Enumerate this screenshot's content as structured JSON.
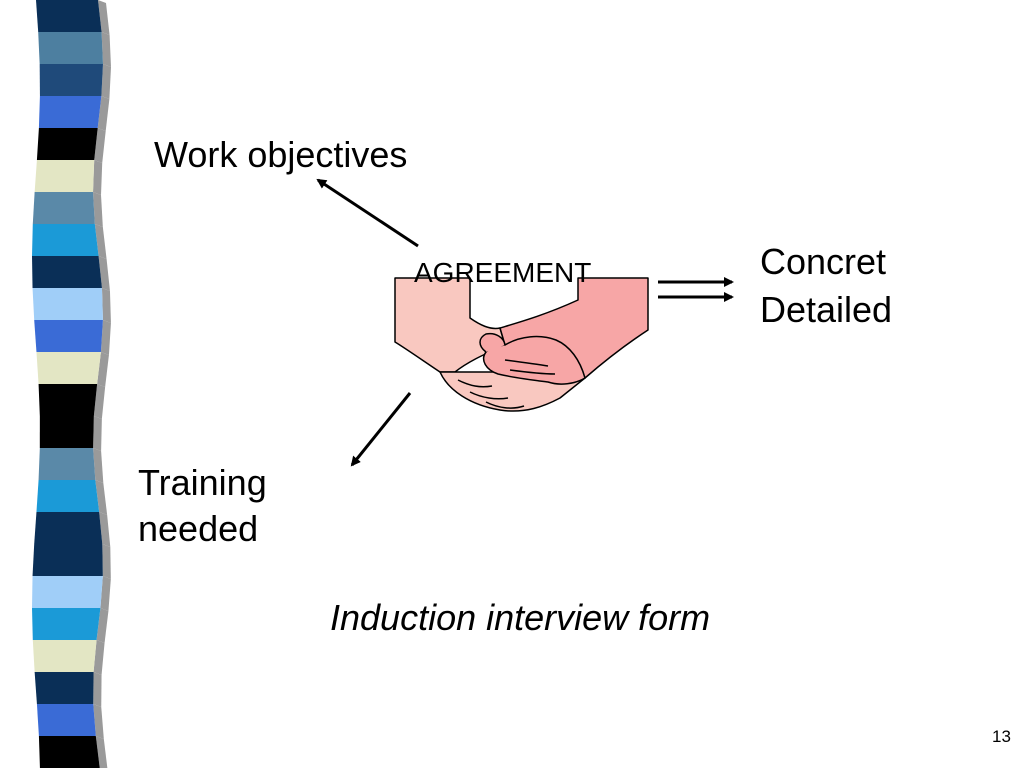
{
  "slide": {
    "work_objectives": "Work objectives",
    "agreement": "AGREEMENT",
    "concrete": "Concret",
    "detailed": "Detailed",
    "training": "Training",
    "needed": "needed",
    "caption": "Induction interview form",
    "page_number": "13"
  },
  "decoration": {
    "stripe_colors": [
      "#0a2f57",
      "#4d7fa0",
      "#1f4a7a",
      "#3a6bd6",
      "#000000",
      "#e3e6c4",
      "#5a89a8",
      "#1b9ad7",
      "#0a2f57",
      "#a0cef8",
      "#3a6bd6",
      "#e3e6c4",
      "#000000",
      "#000000",
      "#5a89a8",
      "#1b9ad7",
      "#0a2f57",
      "#0a2f57",
      "#a0cef8",
      "#1b9ad7",
      "#e3e6c4",
      "#0a2f57",
      "#3a6bd6",
      "#000000"
    ],
    "shadow_color": "#9a9a9a",
    "arrow_color": "#000000",
    "hand_colors": [
      "#f9c8c0",
      "#f7a6a6"
    ]
  }
}
